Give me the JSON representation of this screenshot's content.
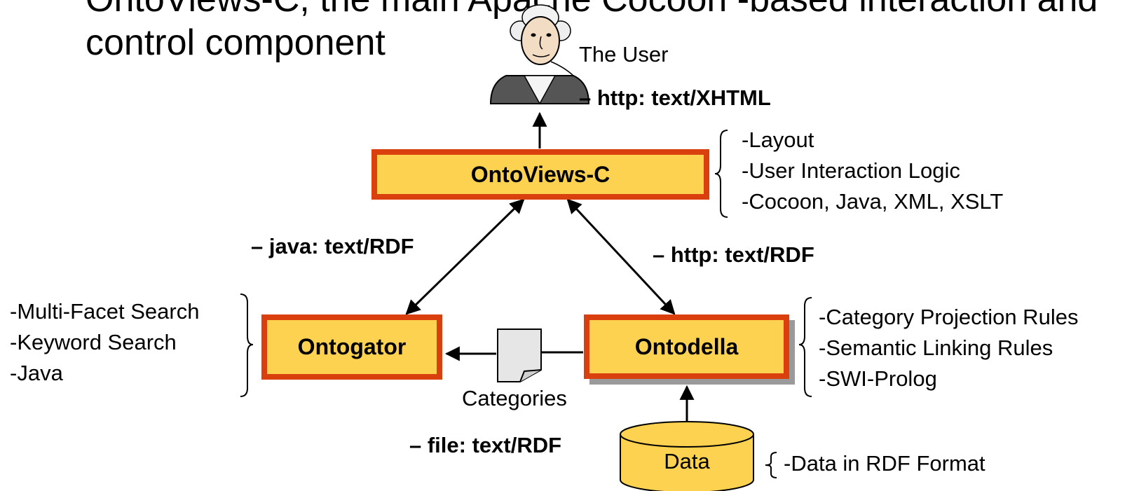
{
  "title": {
    "line1": "OntoViews-C, the main Apache Cocoon -based interaction and",
    "line2": "control component"
  },
  "user_label": "The User",
  "arrow_labels": {
    "user_http": "– http: text/XHTML",
    "java_rdf": "– java: text/RDF",
    "http_rdf": "– http: text/RDF",
    "file_rdf": "– file: text/RDF"
  },
  "boxes": {
    "ontoviews": "OntoViews-C",
    "ontogator": "Ontogator",
    "ontodella": "Ontodella",
    "data": "Data"
  },
  "document_label": "Categories",
  "notes": {
    "ontoviews": [
      "-Layout",
      "-User Interaction Logic",
      "-Cocoon, Java, XML, XSLT"
    ],
    "ontogator": [
      "-Multi-Facet Search",
      "-Keyword Search",
      "-Java"
    ],
    "ontodella": [
      "-Category Projection Rules",
      "-Semantic Linking Rules",
      "-SWI-Prolog"
    ],
    "data": [
      "-Data in RDF Format"
    ]
  },
  "colors": {
    "box_fill": "#fdd251",
    "box_border": "#d9400d",
    "shadow": "#9a9a9a",
    "document_fill": "#e6e6e6"
  },
  "icons": {
    "user": "george-washington-portrait-icon",
    "categories": "document-icon",
    "data": "database-cylinder-icon"
  }
}
